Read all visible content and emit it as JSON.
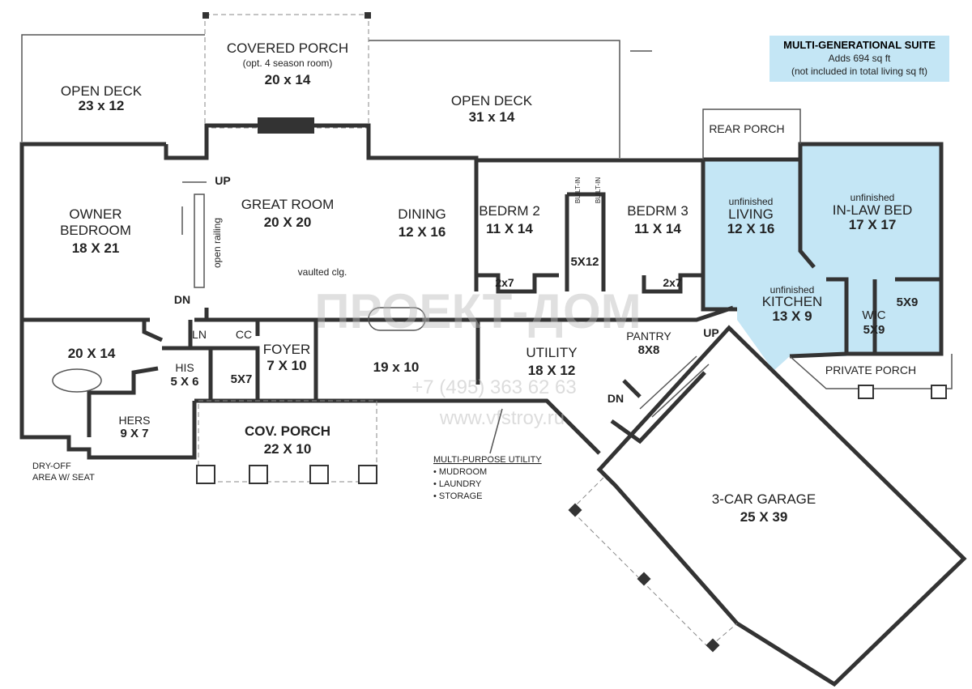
{
  "suite_note": {
    "title": "MULTI-GENERATIONAL SUITE",
    "line1": "Adds 694 sq ft",
    "line2": "(not included in total living sq ft)"
  },
  "colors": {
    "suite_fill": "#c4e6f5",
    "wall": "#333333"
  },
  "rooms": {
    "open_deck_left": {
      "name": "OPEN DECK",
      "dim": "23 x 12"
    },
    "covered_porch": {
      "name": "COVERED PORCH",
      "sub": "(opt. 4 season room)",
      "dim": "20 x 14"
    },
    "open_deck_right": {
      "name": "OPEN DECK",
      "dim": "31 x 14"
    },
    "owner_bedroom": {
      "name1": "OWNER",
      "name2": "BEDROOM",
      "dim": "18 X 21"
    },
    "great_room": {
      "name": "GREAT ROOM",
      "dim": "20 X 20",
      "note": "vaulted clg.",
      "railing": "open railing"
    },
    "dining": {
      "name": "DINING",
      "dim": "12 X 16"
    },
    "bedrm2": {
      "name": "BEDRM 2",
      "dim": "11 X 14",
      "closet": "2x7"
    },
    "bath": {
      "dim": "5X12",
      "builtin1": "BUILT-IN",
      "builtin2": "BUILT-IN"
    },
    "bedrm3": {
      "name": "BEDRM 3",
      "dim": "11 X 14",
      "closet": "2x7"
    },
    "rear_porch": {
      "name": "REAR PORCH"
    },
    "suite_living": {
      "pre": "unfinished",
      "name": "LIVING",
      "dim": "12 X 16"
    },
    "suite_bed": {
      "pre": "unfinished",
      "name": "IN-LAW BED",
      "dim": "17 X 17"
    },
    "suite_kitchen": {
      "pre": "unfinished",
      "name": "KITCHEN",
      "dim": "13 X 9"
    },
    "suite_wic": {
      "name": "WIC",
      "dim": "5X9"
    },
    "suite_bath": {
      "dim": "5X9"
    },
    "private_porch": {
      "name": "PRIVATE PORCH"
    },
    "master_bath": {
      "dim": "20 X 14"
    },
    "his": {
      "name": "HIS",
      "dim": "5 X 6"
    },
    "hers": {
      "name": "HERS",
      "dim": "9 X 7"
    },
    "dry_off": {
      "line1": "DRY-OFF",
      "line2": "AREA W/ SEAT"
    },
    "ln": {
      "name": "LN"
    },
    "cc": {
      "name": "CC"
    },
    "powder": {
      "dim": "5X7"
    },
    "foyer": {
      "name": "FOYER",
      "dim": "7 X 10"
    },
    "kitchen": {
      "dim": "19 x 10"
    },
    "utility": {
      "name": "UTILITY",
      "dim": "18 X 12"
    },
    "pantry": {
      "name": "PANTRY",
      "dim": "8X8"
    },
    "cov_porch": {
      "name": "COV. PORCH",
      "dim": "22 X 10"
    },
    "garage": {
      "name": "3-CAR GARAGE",
      "dim": "25 X 39"
    }
  },
  "stairs": {
    "up": "UP",
    "dn": "DN",
    "up2": "UP",
    "dn2": "DN"
  },
  "utility_note": {
    "title": "MULTI-PURPOSE UTILITY",
    "items": [
      "• MUDROOM",
      "• LAUNDRY",
      "• STORAGE"
    ]
  },
  "watermark": {
    "logo": "ПРОЕКТ-ДОМ",
    "phone": "+7 (495) 363 62 63",
    "url": "www.vfstroy.ru"
  }
}
